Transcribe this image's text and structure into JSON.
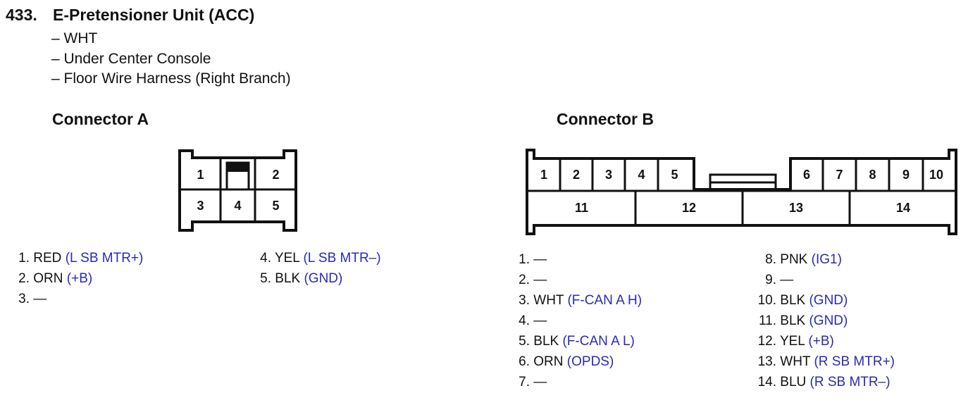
{
  "header": {
    "number": "433.",
    "title": "E-Pretensioner Unit (ACC)",
    "details": [
      "– WHT",
      "– Under Center Console",
      "– Floor Wire Harness (Right Branch)"
    ]
  },
  "connector_a": {
    "label": "Connector A",
    "pins": [
      "1",
      "2",
      "3",
      "4",
      "5"
    ],
    "wires": [
      {
        "num": "1.",
        "color": "RED",
        "signal": "(L SB MTR+)"
      },
      {
        "num": "2.",
        "color": "ORN",
        "signal": "(+B)"
      },
      {
        "num": "3.",
        "color": "—",
        "signal": ""
      },
      {
        "num": "4.",
        "color": "YEL",
        "signal": "(L SB MTR–)"
      },
      {
        "num": "5.",
        "color": "BLK",
        "signal": "(GND)"
      }
    ]
  },
  "connector_b": {
    "label": "Connector B",
    "pins": [
      "1",
      "2",
      "3",
      "4",
      "5",
      "6",
      "7",
      "8",
      "9",
      "10",
      "11",
      "12",
      "13",
      "14"
    ],
    "wires": [
      {
        "num": "1.",
        "color": "—",
        "signal": ""
      },
      {
        "num": "2.",
        "color": "—",
        "signal": ""
      },
      {
        "num": "3.",
        "color": "WHT",
        "signal": "(F-CAN A H)"
      },
      {
        "num": "4.",
        "color": "—",
        "signal": ""
      },
      {
        "num": "5.",
        "color": "BLK",
        "signal": "(F-CAN A L)"
      },
      {
        "num": "6.",
        "color": "ORN",
        "signal": "(OPDS)"
      },
      {
        "num": "7.",
        "color": "—",
        "signal": ""
      },
      {
        "num": "8.",
        "color": "PNK",
        "signal": "(IG1)"
      },
      {
        "num": "9.",
        "color": "—",
        "signal": ""
      },
      {
        "num": "10.",
        "color": "BLK",
        "signal": "(GND)"
      },
      {
        "num": "11.",
        "color": "BLK",
        "signal": "(GND)"
      },
      {
        "num": "12.",
        "color": "YEL",
        "signal": "(+B)"
      },
      {
        "num": "13.",
        "color": "WHT",
        "signal": "(R SB MTR+)"
      },
      {
        "num": "14.",
        "color": "BLU",
        "signal": "(R SB MTR–)"
      }
    ]
  },
  "colors": {
    "text": "#111111",
    "signal": "#2a2ab5",
    "background": "#ffffff"
  }
}
